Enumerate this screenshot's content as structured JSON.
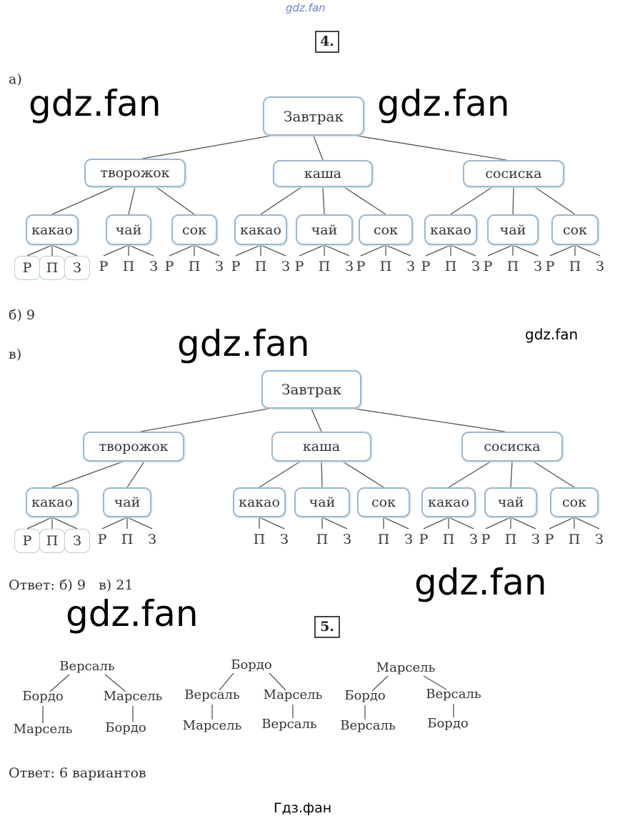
{
  "watermarks": {
    "top": "gdz.fan",
    "big": "gdz.fan",
    "small": "gdz.fan",
    "bottom": "Гдз.фан"
  },
  "task4": {
    "number": "4.",
    "part_a_label": "а)",
    "part_b": "б) 9",
    "part_v_label": "в)",
    "answer": "Ответ: б) 9   в) 21",
    "tree_a": {
      "root": "Завтрак",
      "children": [
        {
          "label": "творожок",
          "children": [
            {
              "label": "какао",
              "leaves": [
                "Р",
                "П",
                "З"
              ]
            },
            {
              "label": "чай",
              "leaves": [
                "Р",
                "П",
                "З"
              ]
            },
            {
              "label": "сок",
              "leaves": [
                "Р",
                "П",
                "З"
              ]
            }
          ]
        },
        {
          "label": "каша",
          "children": [
            {
              "label": "какао",
              "leaves": [
                "Р",
                "П",
                "З"
              ]
            },
            {
              "label": "чай",
              "leaves": [
                "Р",
                "П",
                "З"
              ]
            },
            {
              "label": "сок",
              "leaves": [
                "Р",
                "П",
                "З"
              ]
            }
          ]
        },
        {
          "label": "сосиска",
          "children": [
            {
              "label": "какао",
              "leaves": [
                "Р",
                "П",
                "З"
              ]
            },
            {
              "label": "чай",
              "leaves": [
                "Р",
                "П",
                "З"
              ]
            },
            {
              "label": "сок",
              "leaves": [
                "Р",
                "П",
                "З"
              ]
            }
          ]
        }
      ]
    },
    "tree_v": {
      "root": "Завтрак",
      "children": [
        {
          "label": "творожок",
          "children": [
            {
              "label": "какао",
              "leaves": [
                "Р",
                "П",
                "З"
              ]
            },
            {
              "label": "чай",
              "leaves": [
                "Р",
                "П",
                "З"
              ]
            }
          ]
        },
        {
          "label": "каша",
          "children": [
            {
              "label": "какао",
              "leaves": [
                "П",
                "З"
              ]
            },
            {
              "label": "чай",
              "leaves": [
                "П",
                "З"
              ]
            },
            {
              "label": "сок",
              "leaves": [
                "П",
                "З"
              ]
            }
          ]
        },
        {
          "label": "сосиска",
          "children": [
            {
              "label": "какао",
              "leaves": [
                "Р",
                "П",
                "З"
              ]
            },
            {
              "label": "чай",
              "leaves": [
                "Р",
                "П",
                "З"
              ]
            },
            {
              "label": "сок",
              "leaves": [
                "Р",
                "П",
                "З"
              ]
            }
          ]
        }
      ]
    }
  },
  "task5": {
    "number": "5.",
    "trees": [
      {
        "root": "Версаль",
        "children": [
          {
            "label": "Бордо",
            "child": "Марсель"
          },
          {
            "label": "Марсель",
            "child": "Бордо"
          }
        ]
      },
      {
        "root": "Бордо",
        "children": [
          {
            "label": "Версаль",
            "child": "Марсель"
          },
          {
            "label": "Марсель",
            "child": "Версаль"
          }
        ]
      },
      {
        "root": "Марсель",
        "children": [
          {
            "label": "Бордо",
            "child": "Версаль"
          },
          {
            "label": "Версаль",
            "child": "Бордо"
          }
        ]
      }
    ],
    "answer": "Ответ: 6 вариантов"
  }
}
